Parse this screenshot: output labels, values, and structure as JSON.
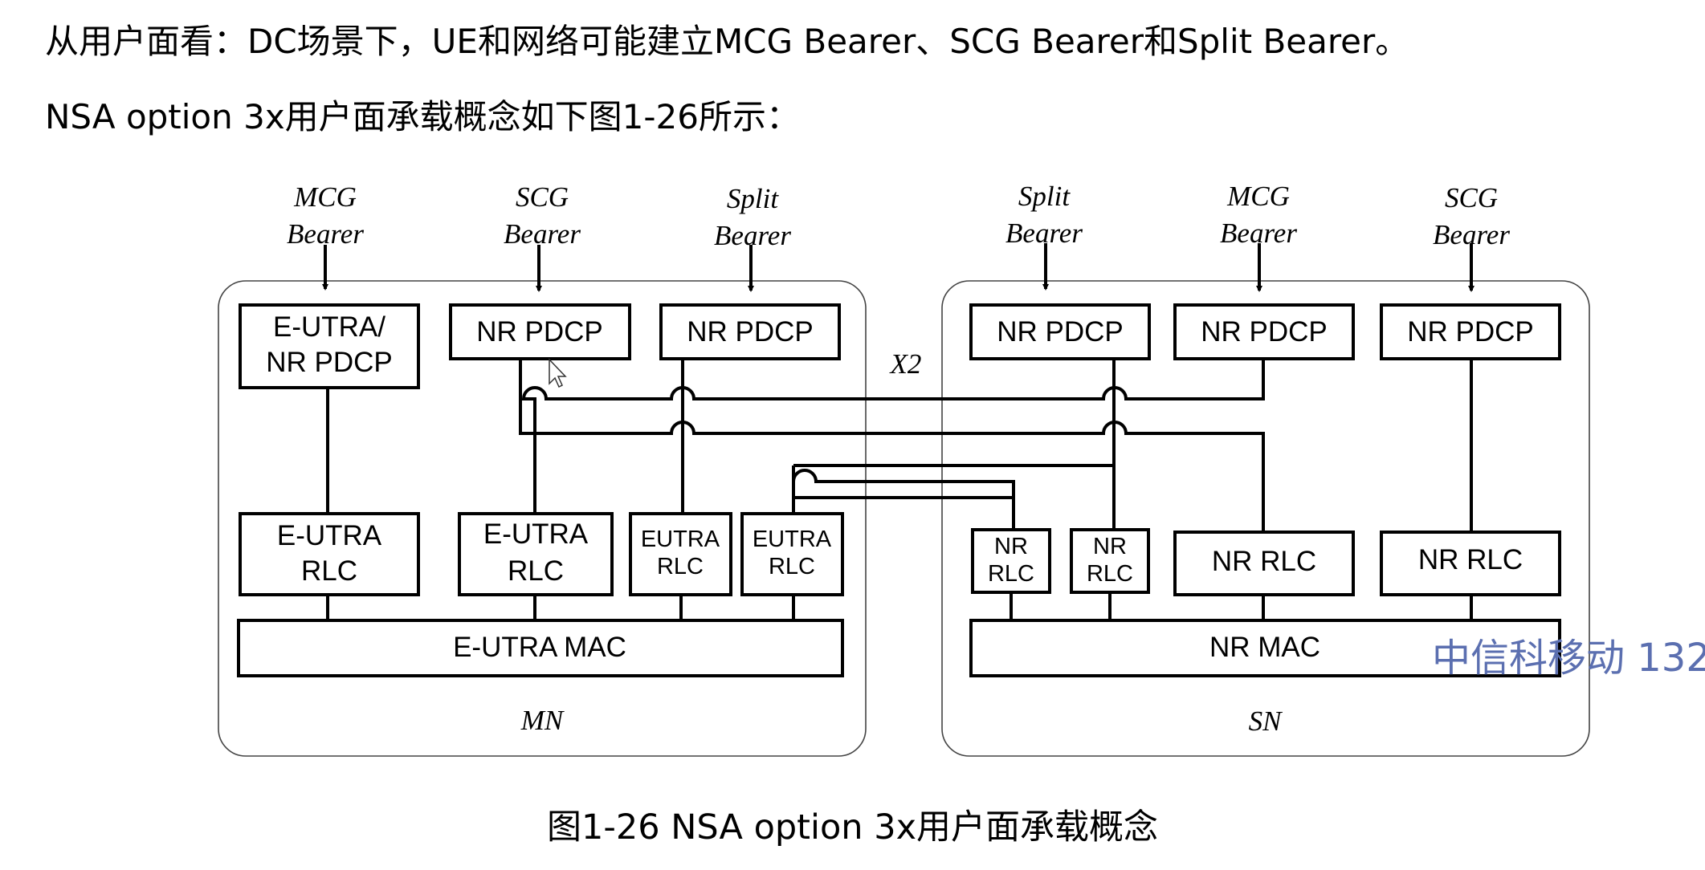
{
  "intro": {
    "line1": "从用户面看：DC场景下，UE和网络可能建立MCG Bearer、SCG Bearer和Split Bearer。",
    "line2": "NSA option 3x用户面承载概念如下图1-26所示："
  },
  "diagram": {
    "link_label": "X2",
    "mn": {
      "label": "MN",
      "bearers": [
        {
          "line1": "MCG",
          "line2": "Bearer"
        },
        {
          "line1": "SCG",
          "line2": "Bearer"
        },
        {
          "line1": "Split",
          "line2": "Bearer"
        }
      ],
      "pdcp": [
        {
          "line1": "E-UTRA/",
          "line2": "NR PDCP"
        },
        {
          "line1": "NR PDCP"
        },
        {
          "line1": "NR PDCP"
        }
      ],
      "rlc": [
        {
          "line1": "E-UTRA",
          "line2": "RLC"
        },
        {
          "line1": "E-UTRA",
          "line2": "RLC"
        },
        {
          "line1": "EUTRA",
          "line2": "RLC"
        },
        {
          "line1": "EUTRA",
          "line2": "RLC"
        }
      ],
      "mac": "E-UTRA MAC"
    },
    "sn": {
      "label": "SN",
      "bearers": [
        {
          "line1": "Split",
          "line2": "Bearer"
        },
        {
          "line1": "MCG",
          "line2": "Bearer"
        },
        {
          "line1": "SCG",
          "line2": "Bearer"
        }
      ],
      "pdcp": [
        {
          "line1": "NR PDCP"
        },
        {
          "line1": "NR PDCP"
        },
        {
          "line1": "NR PDCP"
        }
      ],
      "rlc": [
        {
          "line1": "NR",
          "line2": "RLC"
        },
        {
          "line1": "NR",
          "line2": "RLC"
        },
        {
          "line1": "NR RLC"
        },
        {
          "line1": "NR RLC"
        }
      ],
      "mac": "NR MAC"
    }
  },
  "caption": "图1-26 NSA option 3x用户面承载概念",
  "watermark": "中信科移动 132"
}
